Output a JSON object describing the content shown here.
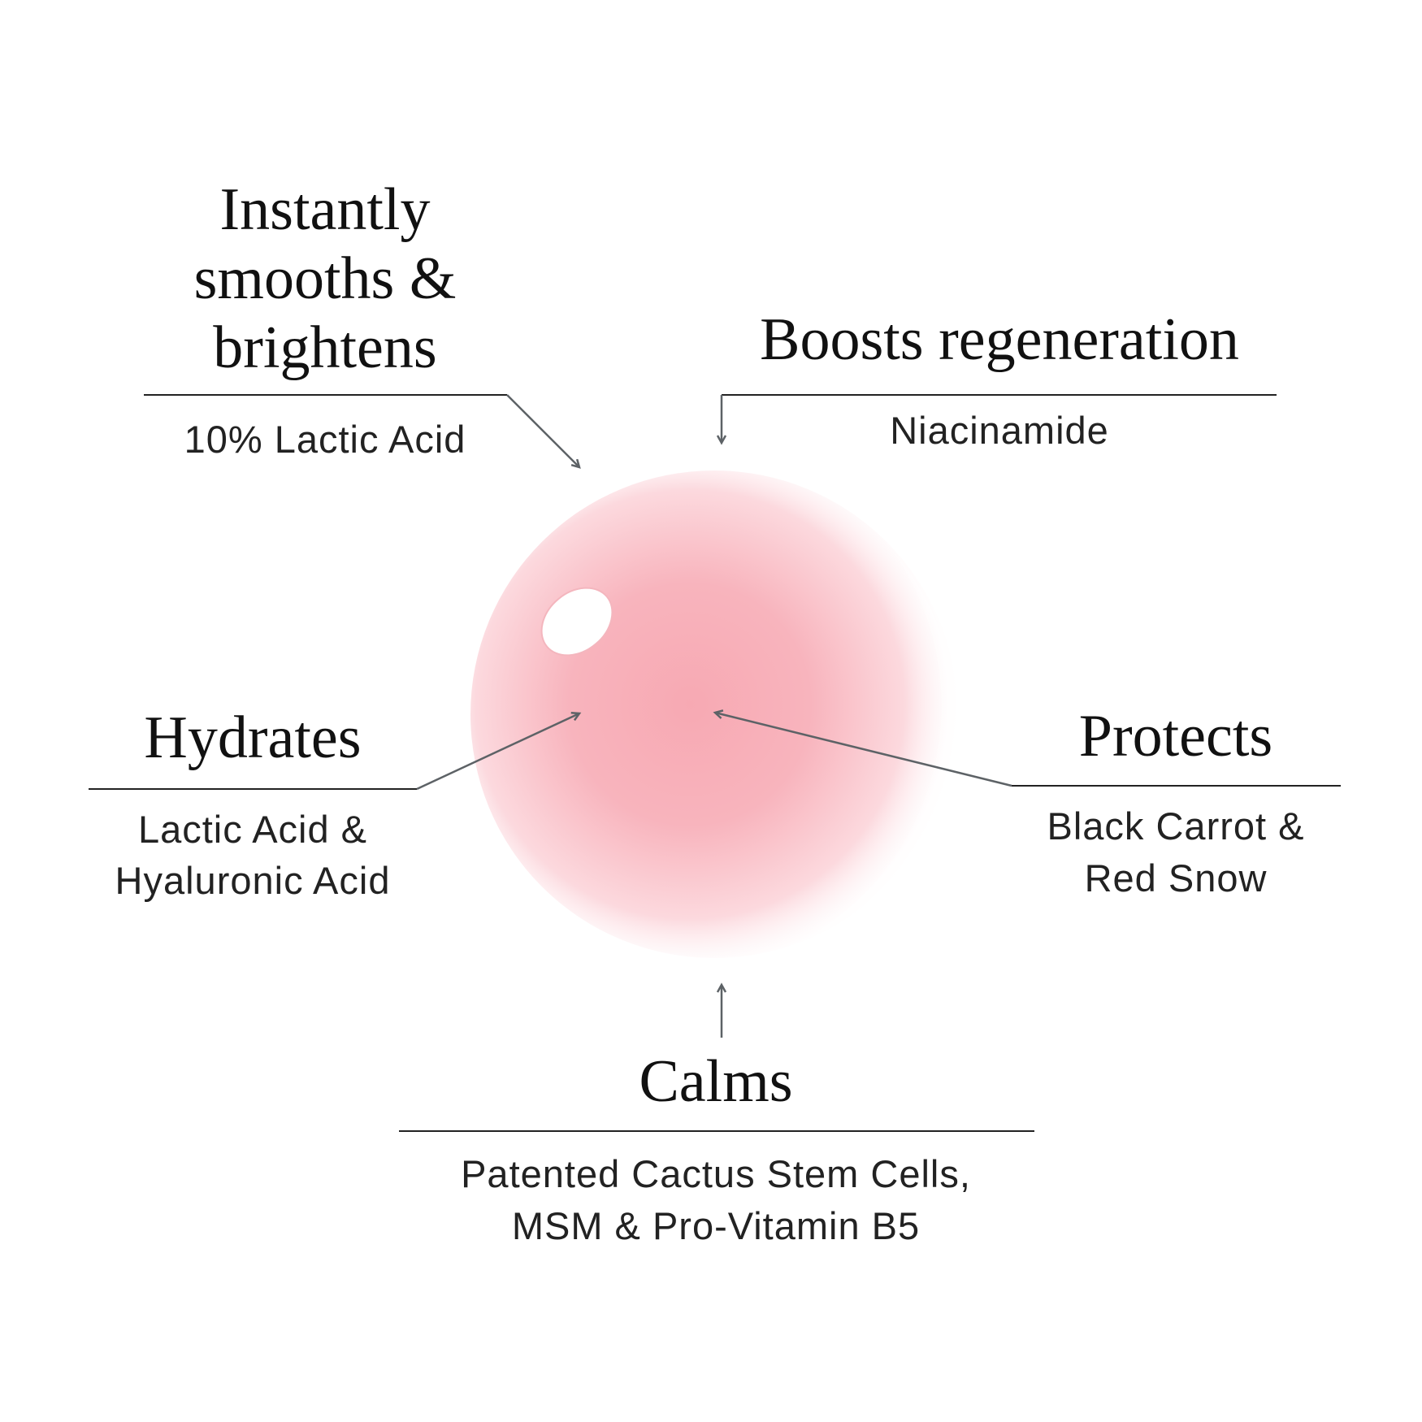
{
  "colors": {
    "sphere": "#f7a9b3",
    "line": "#222222",
    "arrow": "#5d6266"
  },
  "callouts": {
    "smooths": {
      "title_lines": [
        "Instantly",
        "smooths &",
        "brightens"
      ],
      "ingredient_lines": [
        "10% Lactic Acid"
      ]
    },
    "regeneration": {
      "title_lines": [
        "Boosts regeneration"
      ],
      "ingredient_lines": [
        "Niacinamide"
      ]
    },
    "hydrates": {
      "title_lines": [
        "Hydrates"
      ],
      "ingredient_lines": [
        "Lactic Acid &",
        "Hyaluronic Acid"
      ]
    },
    "protects": {
      "title_lines": [
        "Protects"
      ],
      "ingredient_lines": [
        "Black Carrot &",
        "Red Snow"
      ]
    },
    "calms": {
      "title_lines": [
        "Calms"
      ],
      "ingredient_lines": [
        "Patented Cactus Stem Cells,",
        "MSM & Pro-Vitamin B5"
      ]
    }
  }
}
